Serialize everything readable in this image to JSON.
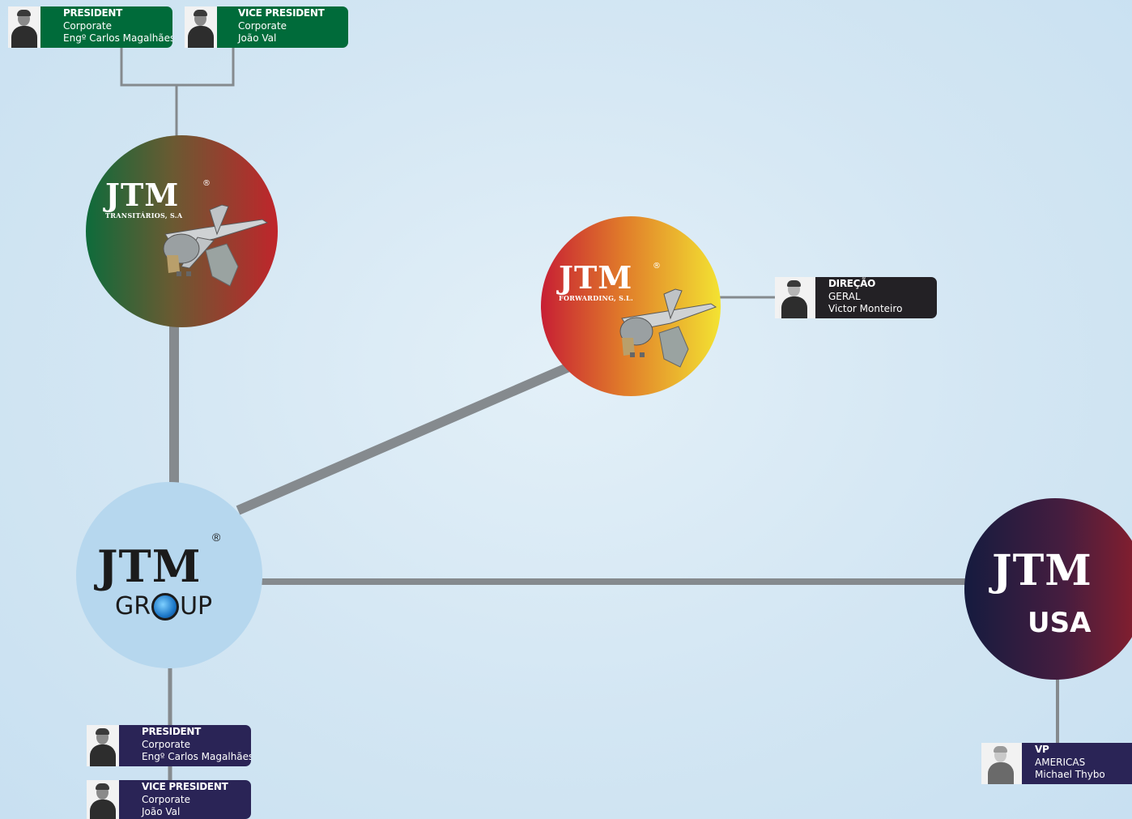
{
  "top_cards": [
    {
      "role": "PRESIDENT",
      "line1": "Corporate",
      "line2": "Engº Carlos Magalhães"
    },
    {
      "role": "VICE PRESIDENT",
      "line1": "Corporate",
      "line2": "João Val"
    }
  ],
  "bottom_cards": [
    {
      "role": "PRESIDENT",
      "line1": "Corporate",
      "line2": "Engº Carlos Magalhães"
    },
    {
      "role": "VICE PRESIDENT",
      "line1": "Corporate",
      "line2": "João Val"
    }
  ],
  "direcao_card": {
    "role": "DIREÇÃO",
    "line1": "GERAL",
    "line2": "Victor Monteiro"
  },
  "vp_card": {
    "role": "VP",
    "line1": "AMERICAS",
    "line2": "Michael Thybo"
  },
  "nodes": {
    "transitarios": {
      "brand": "JTM",
      "sub": "TRANSITÁRIOS, S.A",
      "reg": "®"
    },
    "forwarding": {
      "brand": "JTM",
      "sub": "FORWARDING, S.L.",
      "reg": "®"
    },
    "group": {
      "brand": "JTM",
      "sub_left": "GR",
      "sub_right": "UP",
      "reg": "®"
    },
    "usa": {
      "brand": "JTM",
      "sub": "USA"
    }
  },
  "colors": {
    "green_card": "#006b3a",
    "navy_card": "#2a2456",
    "dark_card": "#232125",
    "connector": "#858a8e",
    "group_circle": "#b6d7ee"
  }
}
